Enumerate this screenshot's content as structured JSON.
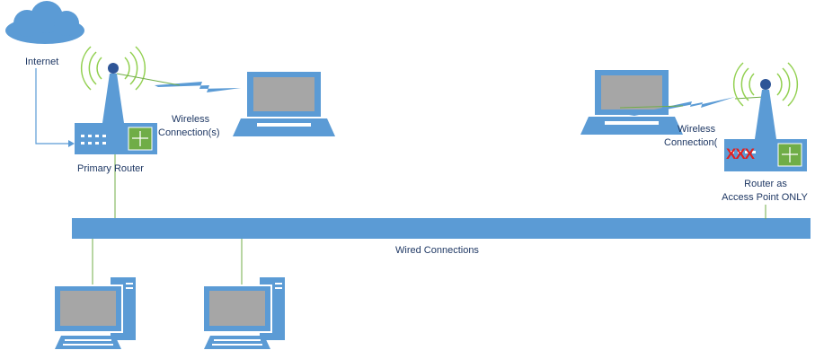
{
  "labels": {
    "internet": "Internet",
    "wireless_left_1": "Wireless",
    "wireless_left_2": "Connection(s)",
    "wireless_right_1": "Wireless",
    "wireless_right_2": "Connection(",
    "primary_router": "Primary Router",
    "ap_line1": "Router as",
    "ap_line2": "Access Point ONLY",
    "wired": "Wired Connections",
    "disabled_mark": "XXX"
  },
  "colors": {
    "device_blue": "#5b9bd5",
    "wire_green": "#70ad47",
    "signal_green": "#92d050",
    "screen_gray": "#a6a6a6",
    "switch_green": "#70ad47",
    "text_navy": "#1f3864",
    "disabled_red": "#e02020"
  }
}
